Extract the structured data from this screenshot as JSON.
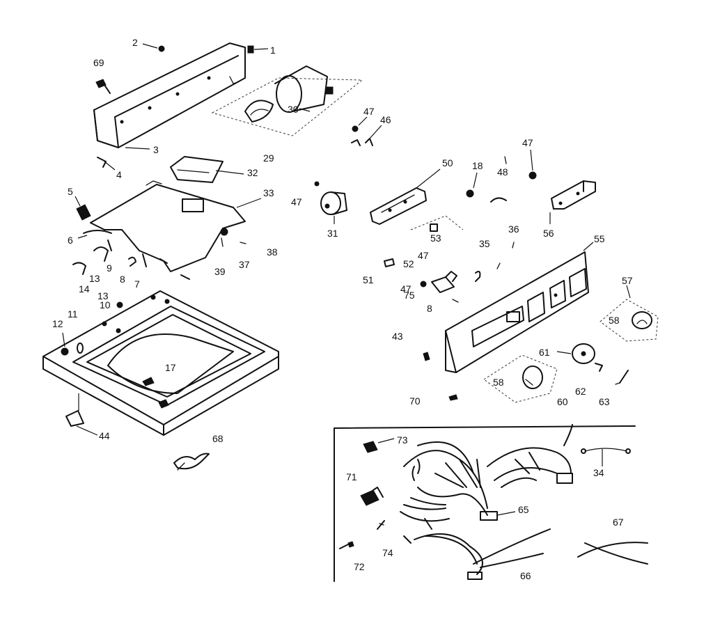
{
  "labels": [
    "1",
    "2",
    "3",
    "4",
    "5",
    "6",
    "7",
    "8",
    "8",
    "9",
    "10",
    "11",
    "12",
    "13",
    "13",
    "14",
    "17",
    "18",
    "29",
    "30",
    "31",
    "32",
    "33",
    "34",
    "35",
    "36",
    "37",
    "38",
    "39",
    "43",
    "44",
    "46",
    "47",
    "47",
    "47",
    "47",
    "47",
    "48",
    "50",
    "51",
    "52",
    "53",
    "55",
    "56",
    "57",
    "58",
    "58",
    "60",
    "61",
    "62",
    "63",
    "65",
    "66",
    "67",
    "68",
    "69",
    "70",
    "71",
    "72",
    "73",
    "74",
    "75"
  ]
}
